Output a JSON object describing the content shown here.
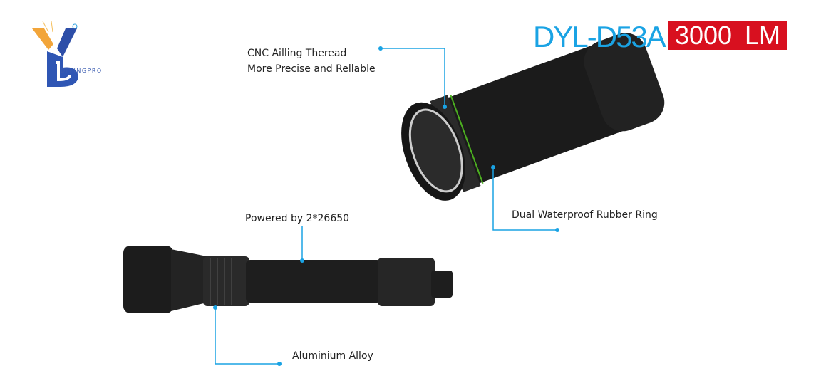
{
  "brand": {
    "name": "DIVINGPRO"
  },
  "product": {
    "model": "DYL-D53A",
    "lumens": "3000 LM"
  },
  "callouts": {
    "thread_line1": "CNC Ailling Theread",
    "thread_line2": "More Precise and Rellable",
    "ring": "Dual Waterproof Rubber Ring",
    "battery": "Powered by 2*26650",
    "material": "Aluminium Alloy"
  },
  "colors": {
    "accent": "#1aa3e4",
    "badge": "#d8101f"
  }
}
